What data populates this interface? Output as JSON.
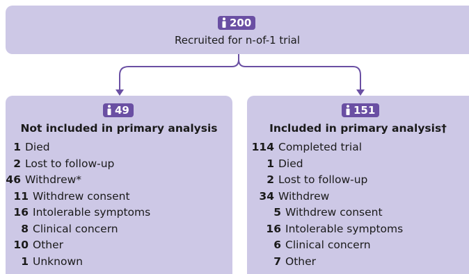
{
  "top": {
    "count": "200",
    "label": "Recruited for n-of-1 trial"
  },
  "left": {
    "count": "49",
    "title": "Not included in primary analysis",
    "items": [
      {
        "n": "1",
        "label": "Died",
        "indent": false
      },
      {
        "n": "2",
        "label": "Lost to follow-up",
        "indent": false
      },
      {
        "n": "46",
        "label": "Withdrew*",
        "indent": false
      },
      {
        "n": "11",
        "label": "Withdrew consent",
        "indent": true
      },
      {
        "n": "16",
        "label": "Intolerable symptoms",
        "indent": true
      },
      {
        "n": "8",
        "label": "Clinical concern",
        "indent": true
      },
      {
        "n": "10",
        "label": "Other",
        "indent": true
      },
      {
        "n": "1",
        "label": "Unknown",
        "indent": true
      }
    ]
  },
  "right": {
    "count": "151",
    "title": "Included in primary analysis†",
    "items": [
      {
        "n": "114",
        "label": "Completed trial",
        "indent": false
      },
      {
        "n": "1",
        "label": "Died",
        "indent": false
      },
      {
        "n": "2",
        "label": "Lost to follow-up",
        "indent": false
      },
      {
        "n": "34",
        "label": "Withdrew",
        "indent": false
      },
      {
        "n": "5",
        "label": "Withdrew consent",
        "indent": true
      },
      {
        "n": "16",
        "label": "Intolerable symptoms",
        "indent": true
      },
      {
        "n": "6",
        "label": "Clinical concern",
        "indent": true
      },
      {
        "n": "7",
        "label": "Other",
        "indent": true
      }
    ]
  },
  "colors": {
    "box": "#cdc8e6",
    "badge": "#6a4fa3",
    "arrow": "#6a4fa3"
  },
  "icons": {
    "badge_icon": "person-icon",
    "arrow": "arrow-down-icon"
  }
}
